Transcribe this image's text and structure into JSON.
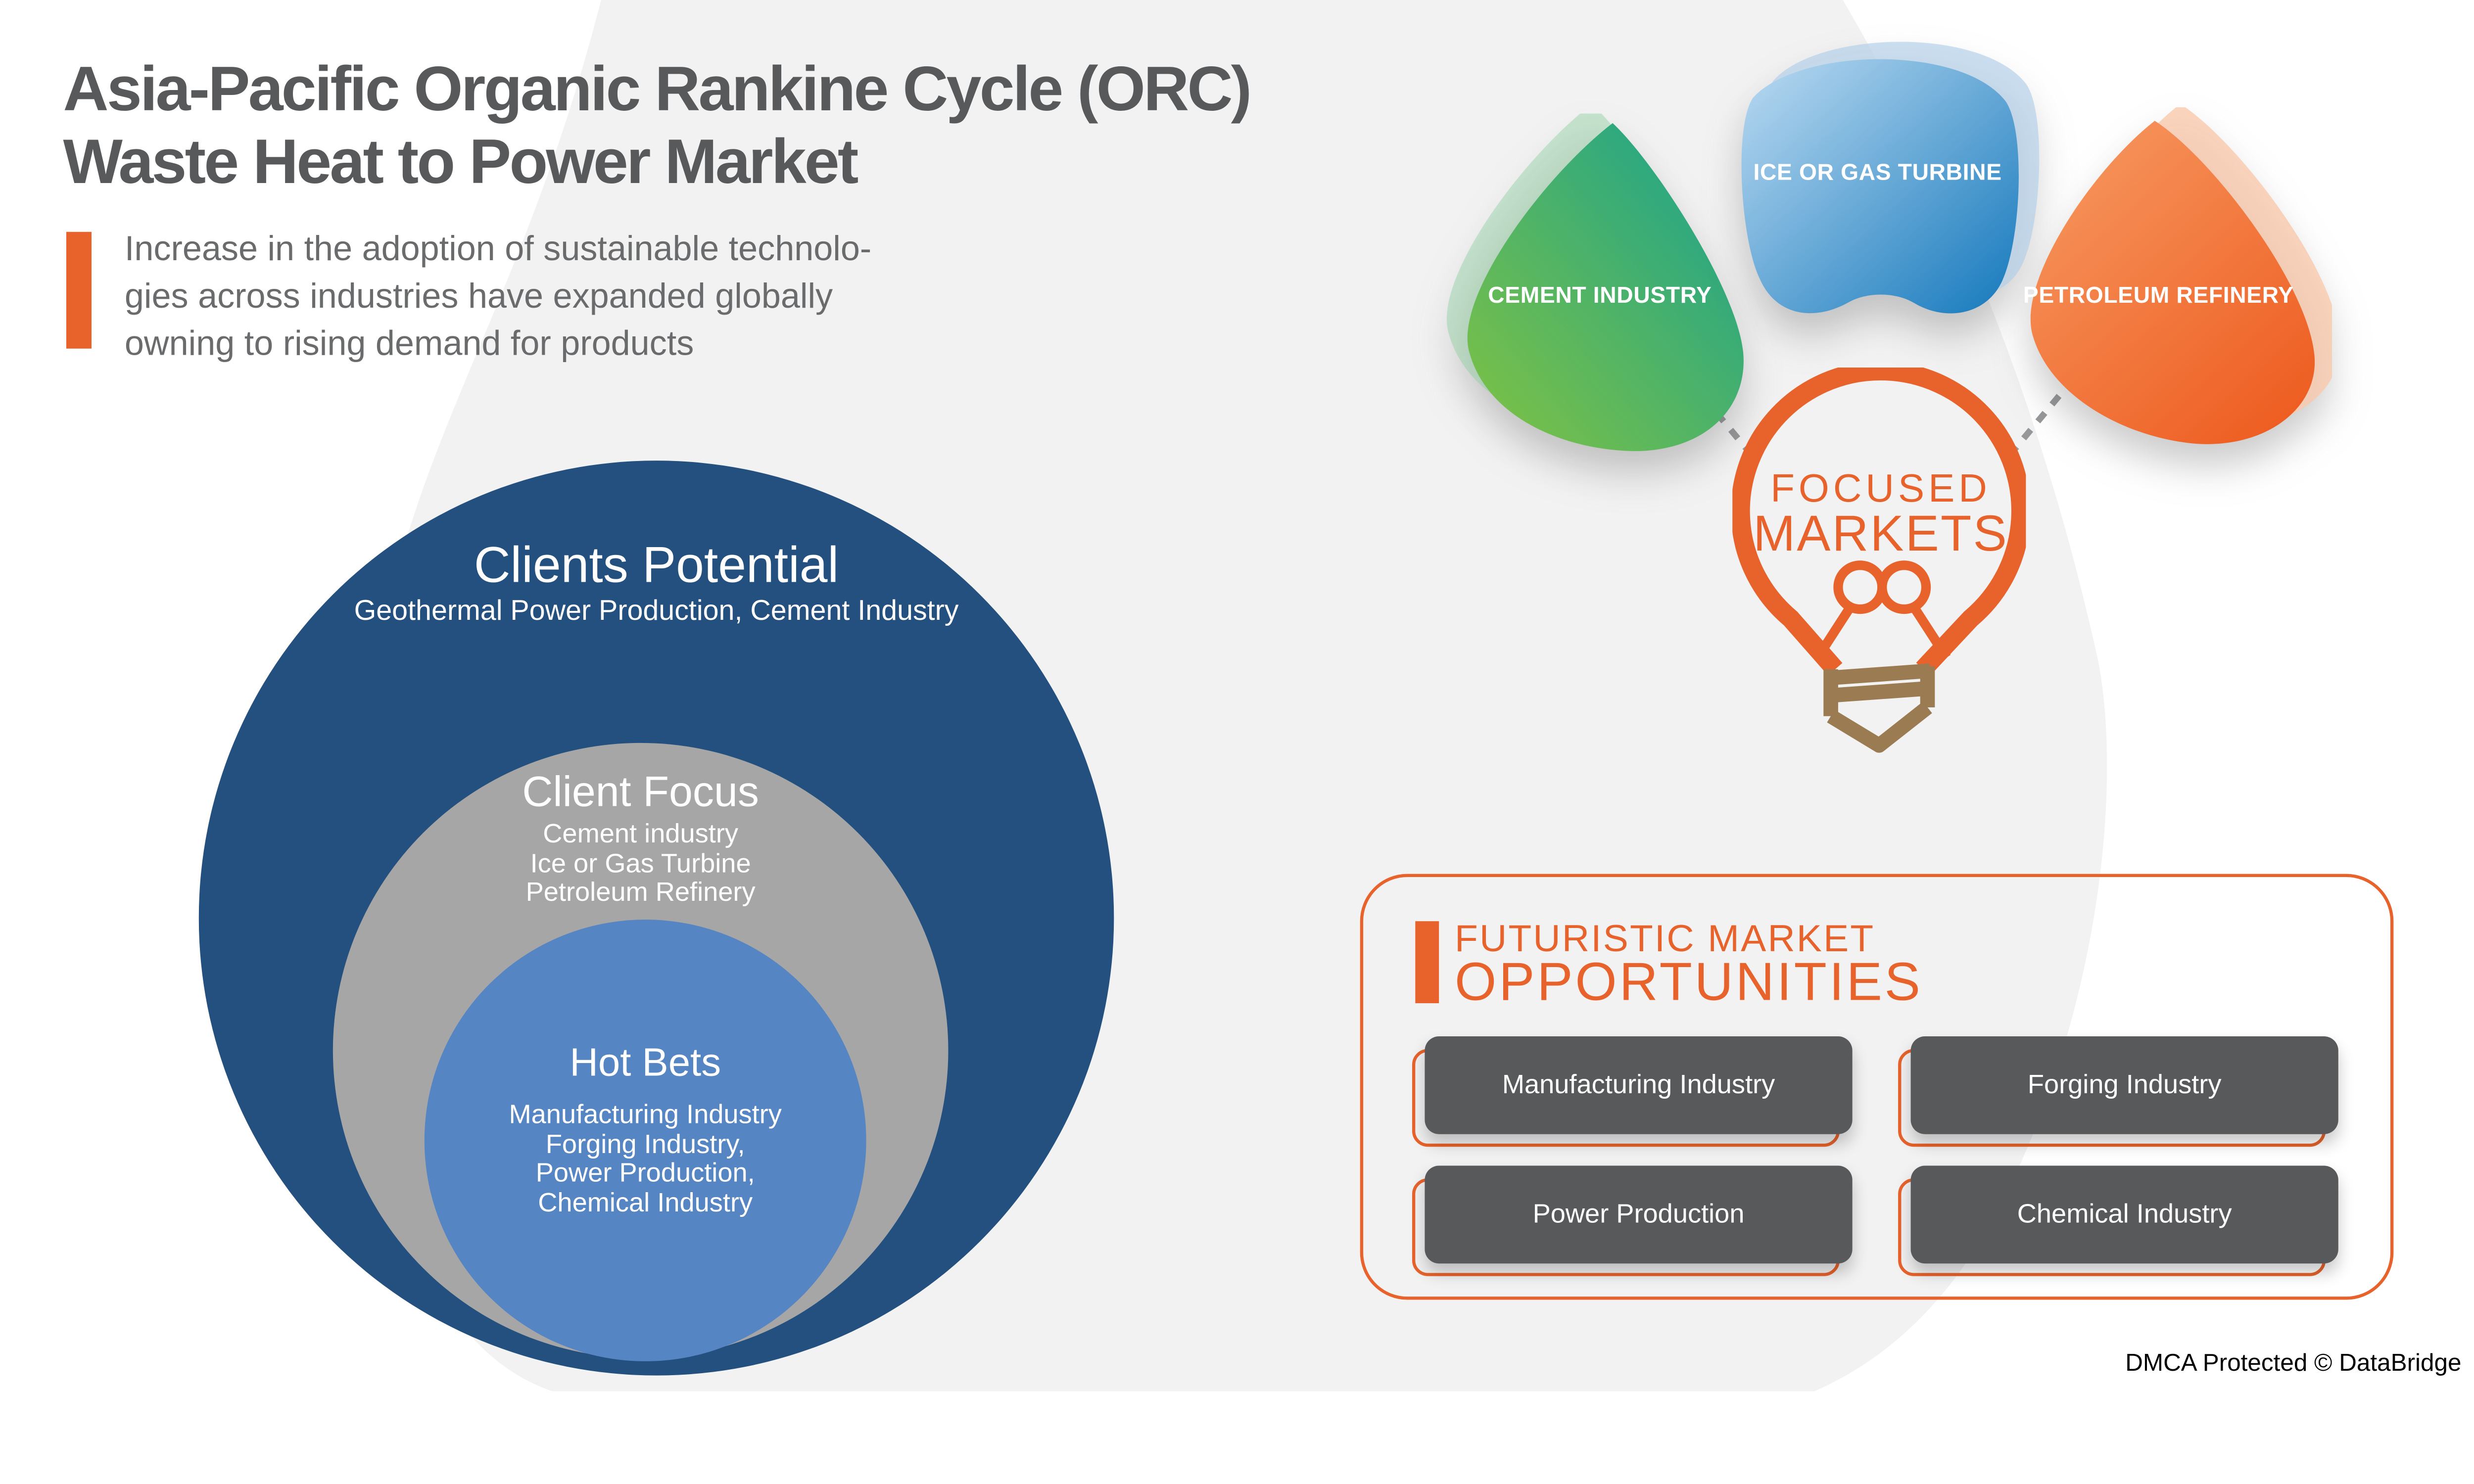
{
  "header": {
    "title_line1": "Asia-Pacific Organic Rankine Cycle (ORC)",
    "title_line2": "Waste Heat to Power Market",
    "intro_lines": [
      "Increase in the adoption of sustainable technolo-",
      "gies across industries have expanded globally",
      "owning to rising demand for products"
    ],
    "accent_color": "#e8632c",
    "title_color": "#58595b"
  },
  "venn": {
    "outer": {
      "title": "Clients Potential",
      "subtitle": "Geothermal Power Production, Cement Industry",
      "color": "#23507f"
    },
    "middle": {
      "title": "Client Focus",
      "items": [
        "Cement industry",
        "Ice or Gas Turbine",
        "Petroleum Refinery"
      ],
      "color": "#a6a6a6"
    },
    "inner": {
      "title": "Hot Bets",
      "items": [
        "Manufacturing Industry",
        "Forging Industry,",
        "Power Production,",
        "Chemical Industry"
      ],
      "color": "#5585c2"
    }
  },
  "focused_markets": {
    "shapes": [
      {
        "label": "CEMENT INDUSTRY",
        "gradient_from": "#82c341",
        "gradient_to": "#16a191"
      },
      {
        "label": "ICE OR GAS TURBINE",
        "gradient_from": "#bcdbf2",
        "gradient_to": "#1478bc"
      },
      {
        "label": "PETROLEUM REFINERY",
        "gradient_from": "#f79c64",
        "gradient_to": "#ee5e22"
      }
    ],
    "bulb": {
      "line1": "FOCUSED",
      "line2": "MARKETS",
      "outline_color": "#e8632c",
      "base_color": "#9b7b52"
    }
  },
  "opportunities": {
    "heading_line1": "FUTURISTIC MARKET",
    "heading_line2": "OPPORTUNITIES",
    "accent_color": "#e8632c",
    "items": [
      "Manufacturing Industry",
      "Forging Industry",
      "Power Production",
      "Chemical Industry"
    ]
  },
  "footer": {
    "dmca": "DMCA Protected © DataBridge"
  }
}
